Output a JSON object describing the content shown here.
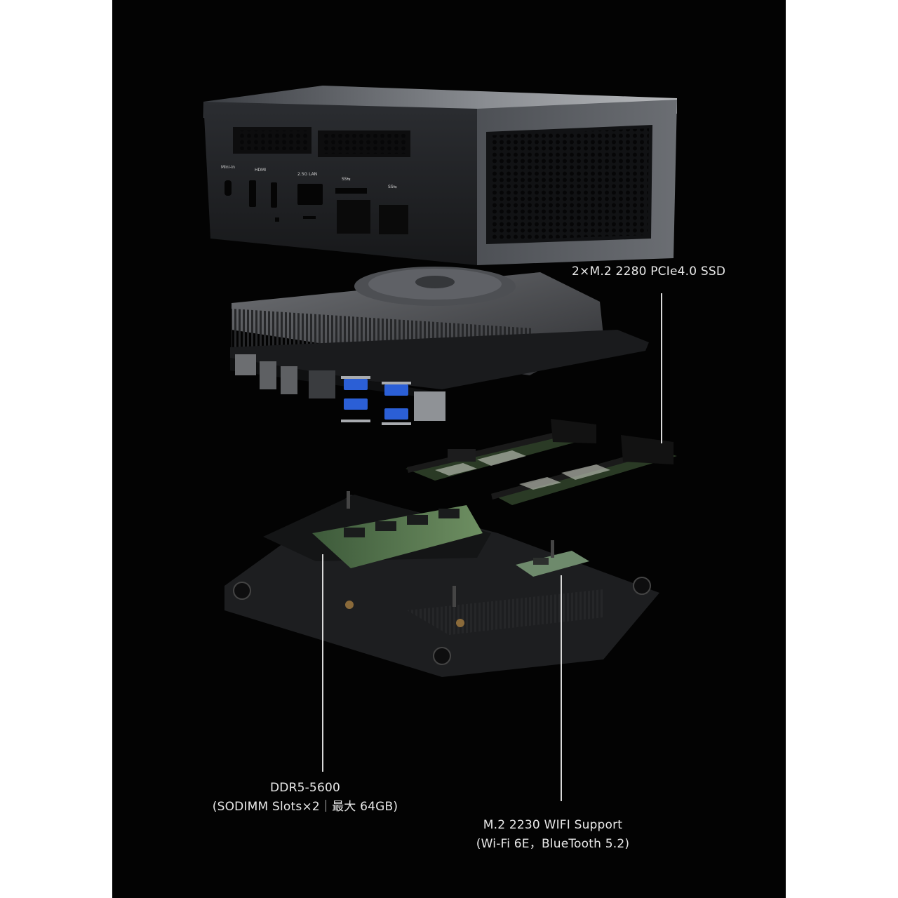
{
  "product": {
    "front_port_labels": [
      "Mini-in",
      "HDMI",
      "2.5G LAN",
      "SS⇆",
      "SS⇆"
    ]
  },
  "callouts": {
    "ssd": "2×M.2 2280 PCIe4.0 SSD",
    "memory_line1": "DDR5-5600",
    "memory_line2": "(SODIMM Slots×2｜最大 64GB)",
    "wifi_line1": "M.2 2230 WIFI Support",
    "wifi_line2": "(Wi-Fi 6E，BlueTooth 5.2)"
  },
  "colors": {
    "panel_background": "#030303",
    "usb_blue": "#2b5fd6",
    "text": "#e9e9e9"
  }
}
